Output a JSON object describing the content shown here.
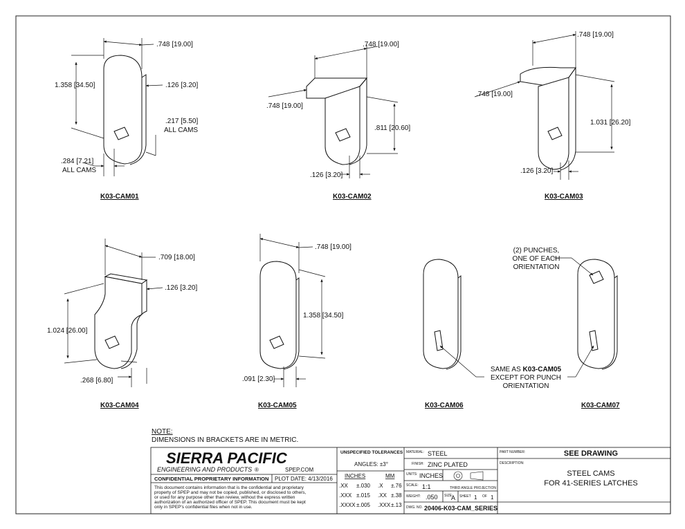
{
  "parts": [
    {
      "label": "K03-CAM01"
    },
    {
      "label": "K03-CAM02"
    },
    {
      "label": "K03-CAM03"
    },
    {
      "label": "K03-CAM04"
    },
    {
      "label": "K03-CAM05"
    },
    {
      "label": "K03-CAM06"
    },
    {
      "label": "K03-CAM07"
    }
  ],
  "dims": {
    "cam01": {
      "width": ".748",
      "width_mm": "19.00",
      "height": "1.358",
      "height_mm": "34.50",
      "thick": ".126",
      "thick_mm": "3.20",
      "hole": ".217",
      "hole_mm": "5.50",
      "hole_note": "ALL CAMS",
      "offset": ".284",
      "offset_mm": "7.21",
      "offset_note": "ALL CAMS"
    },
    "cam02": {
      "top": ".748",
      "top_mm": "19.00",
      "depth": ".748",
      "depth_mm": "19.00",
      "height": ".811",
      "height_mm": "20.60",
      "thick": ".126",
      "thick_mm": "3.20"
    },
    "cam03": {
      "top": ".748",
      "top_mm": "19.00",
      "depth": ".748",
      "depth_mm": "19.00",
      "height": "1.031",
      "height_mm": "26.20",
      "thick": ".126",
      "thick_mm": "3.20"
    },
    "cam04": {
      "width": ".709",
      "width_mm": "18.00",
      "thick": ".126",
      "thick_mm": "3.20",
      "height": "1.024",
      "height_mm": "26.00",
      "offset": ".268",
      "offset_mm": "6.80"
    },
    "cam05": {
      "width": ".748",
      "width_mm": "19.00",
      "height": "1.358",
      "height_mm": "34.50",
      "thick": ".091",
      "thick_mm": "2.30"
    }
  },
  "callouts": {
    "punches": [
      "(2) PUNCHES,",
      "ONE OF EACH",
      "ORIENTATION"
    ],
    "same_as_prefix": "SAME AS ",
    "same_as_part": "K03-CAM05",
    "same_as_rest": [
      "EXCEPT FOR PUNCH",
      "ORIENTATION"
    ]
  },
  "note": {
    "title": "NOTE:",
    "text": "DIMENSIONS IN BRACKETS ARE IN METRIC."
  },
  "titleblock": {
    "company": "SIERRA PACIFIC",
    "company_sub": "ENGINEERING AND PRODUCTS",
    "website": "SPEP.COM",
    "confidential": "CONFIDENTIAL PROPRIETARY INFORMATION",
    "plot_date_label": "PLOT DATE:",
    "plot_date": "4/13/2016",
    "disclaimer": [
      "This document contains information that is the confidential and proprietary",
      "property of SPEP and may not be copied, published, or disclosed to others,",
      "or used for any purpose  other than review, without the express written",
      "authorization of an authorized officer of SPEP. This document must be kept",
      "only in SPEP's confidential files when not in use."
    ],
    "tolerances_title": "UNSPECIFIED TOLERANCES",
    "angles": "ANGLES: ±3°",
    "inches": "INCHES",
    "mm": "MM",
    "tol_rows": [
      {
        "in": ".XX",
        "in_tol": "±.030",
        "mm": ".X",
        "mm_tol": "±.76"
      },
      {
        "in": ".XXX",
        "in_tol": "±.015",
        "mm": ".XX",
        "mm_tol": "±.38"
      },
      {
        "in": ".XXXX",
        "in_tol": "±.005",
        "mm": ".XXX",
        "mm_tol": "±.13"
      }
    ],
    "material_label": "MATERIAL:",
    "material": "STEEL",
    "finish_label": "FINISH:",
    "finish": "ZINC PLATED",
    "units_label": "UNITS:",
    "units": "INCHES",
    "projection": "THIRD ANGLE PROJECTION",
    "scale_label": "SCALE:",
    "scale": "1:1",
    "weight_label": "WEIGHT:",
    "weight": ".050",
    "size_label": "SIZE:",
    "size": "A",
    "sheet_label": "SHEET",
    "sheet": "1",
    "of_label": "OF",
    "of": "1",
    "dwg_label": "DWG. NO.",
    "dwg": "20406-K03-CAM_SERIES",
    "part_number_label": "PART NUMBER:",
    "part_number": "SEE DRAWING",
    "description_label": "DESCRIPTION:",
    "description": [
      "STEEL CAMS",
      "FOR 41-SERIES LATCHES"
    ]
  }
}
